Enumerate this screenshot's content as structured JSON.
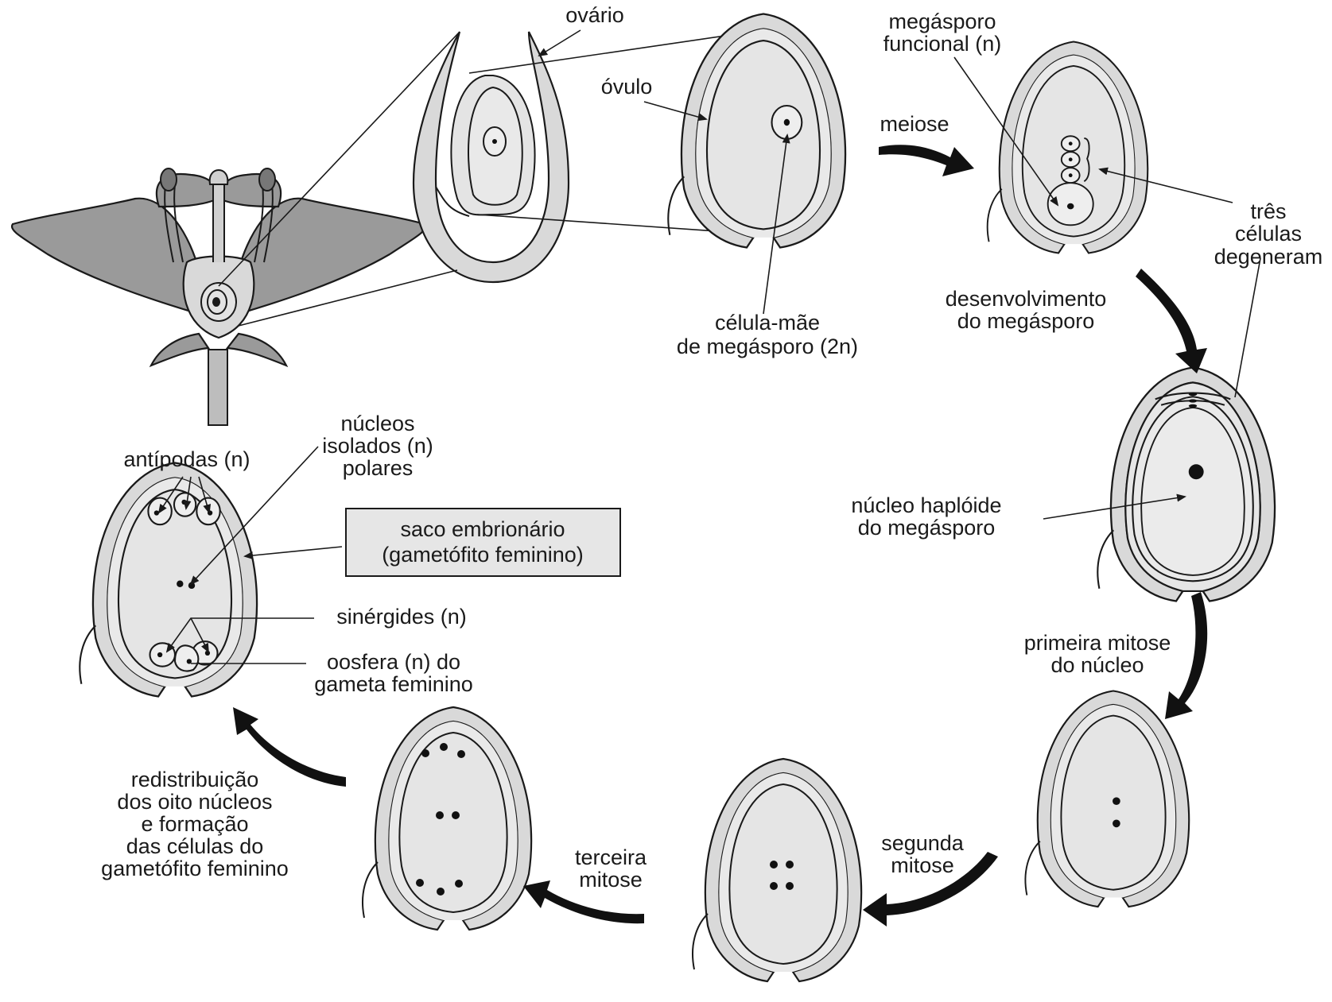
{
  "labels": {
    "ovario": "ovário",
    "ovulo": "óvulo",
    "megasporo_funcional": [
      "megásporo",
      "funcional (n)"
    ],
    "meiose": "meiose",
    "tres_celulas": [
      "três",
      "células",
      "degeneram"
    ],
    "celula_mae": [
      "célula-mãe",
      "de megásporo (2n)"
    ],
    "desenvolvimento": [
      "desenvolvimento",
      "do megásporo"
    ],
    "nucleo_haploide": [
      "núcleo haplóide",
      "do megásporo"
    ],
    "primeira_mitose": [
      "primeira mitose",
      "do núcleo"
    ],
    "segunda_mitose": [
      "segunda",
      "mitose"
    ],
    "terceira_mitose": [
      "terceira",
      "mitose"
    ],
    "redistribuicao": [
      "redistribuição",
      "dos oito núcleos",
      "e formação",
      "das células do",
      "gametófito feminino"
    ],
    "antipodas": "antípodas (n)",
    "nucleos_polares": [
      "núcleos",
      "isolados (n)",
      "polares"
    ],
    "saco_embrionario": [
      "saco embrionário",
      "(gametófito feminino)"
    ],
    "sinergides": "sinérgides (n)",
    "oosfera": [
      "oosfera (n) do",
      "gameta feminino"
    ]
  }
}
